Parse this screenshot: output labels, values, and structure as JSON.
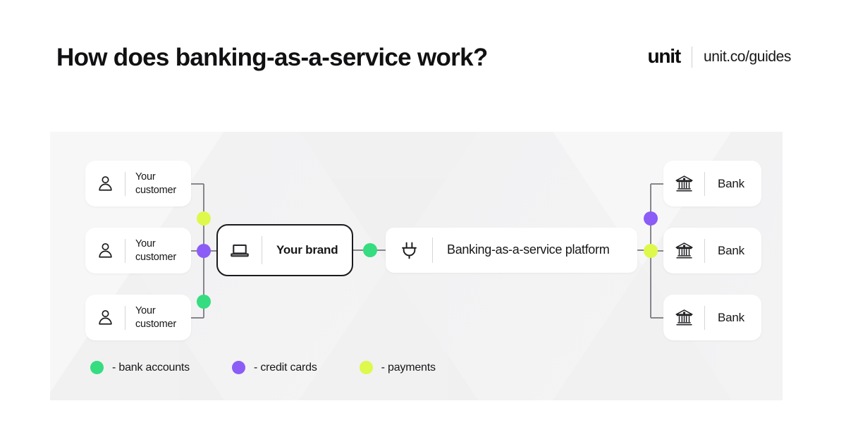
{
  "header": {
    "title": "How does banking-as-a-service work?",
    "logo_text": "unit",
    "url_text": "unit.co/guides"
  },
  "diagram": {
    "customers": [
      {
        "label": "Your\ncustomer",
        "icon": "person-icon"
      },
      {
        "label": "Your\ncustomer",
        "icon": "person-icon"
      },
      {
        "label": "Your\ncustomer",
        "icon": "person-icon"
      }
    ],
    "brand": {
      "label": "Your brand",
      "icon": "laptop-icon"
    },
    "platform": {
      "label": "Banking-as-a-service platform",
      "icon": "plug-icon"
    },
    "banks": [
      {
        "label": "Bank",
        "icon": "bank-building-icon"
      },
      {
        "label": "Bank",
        "icon": "bank-building-icon"
      },
      {
        "label": "Bank",
        "icon": "bank-building-icon"
      }
    ]
  },
  "legend": {
    "items": [
      {
        "label": "- bank accounts",
        "color": "#35DD80",
        "key": "bank-accounts"
      },
      {
        "label": "- credit cards",
        "color": "#8B5CF6",
        "key": "credit-cards"
      },
      {
        "label": "- payments",
        "color": "#DEF84C",
        "key": "payments"
      }
    ]
  },
  "colors": {
    "green": "#35DD80",
    "purple": "#8B5CF6",
    "yellow": "#DEF84C",
    "line": "#86868c",
    "panel_bg": "#f7f7f8",
    "text": "#17171a"
  }
}
